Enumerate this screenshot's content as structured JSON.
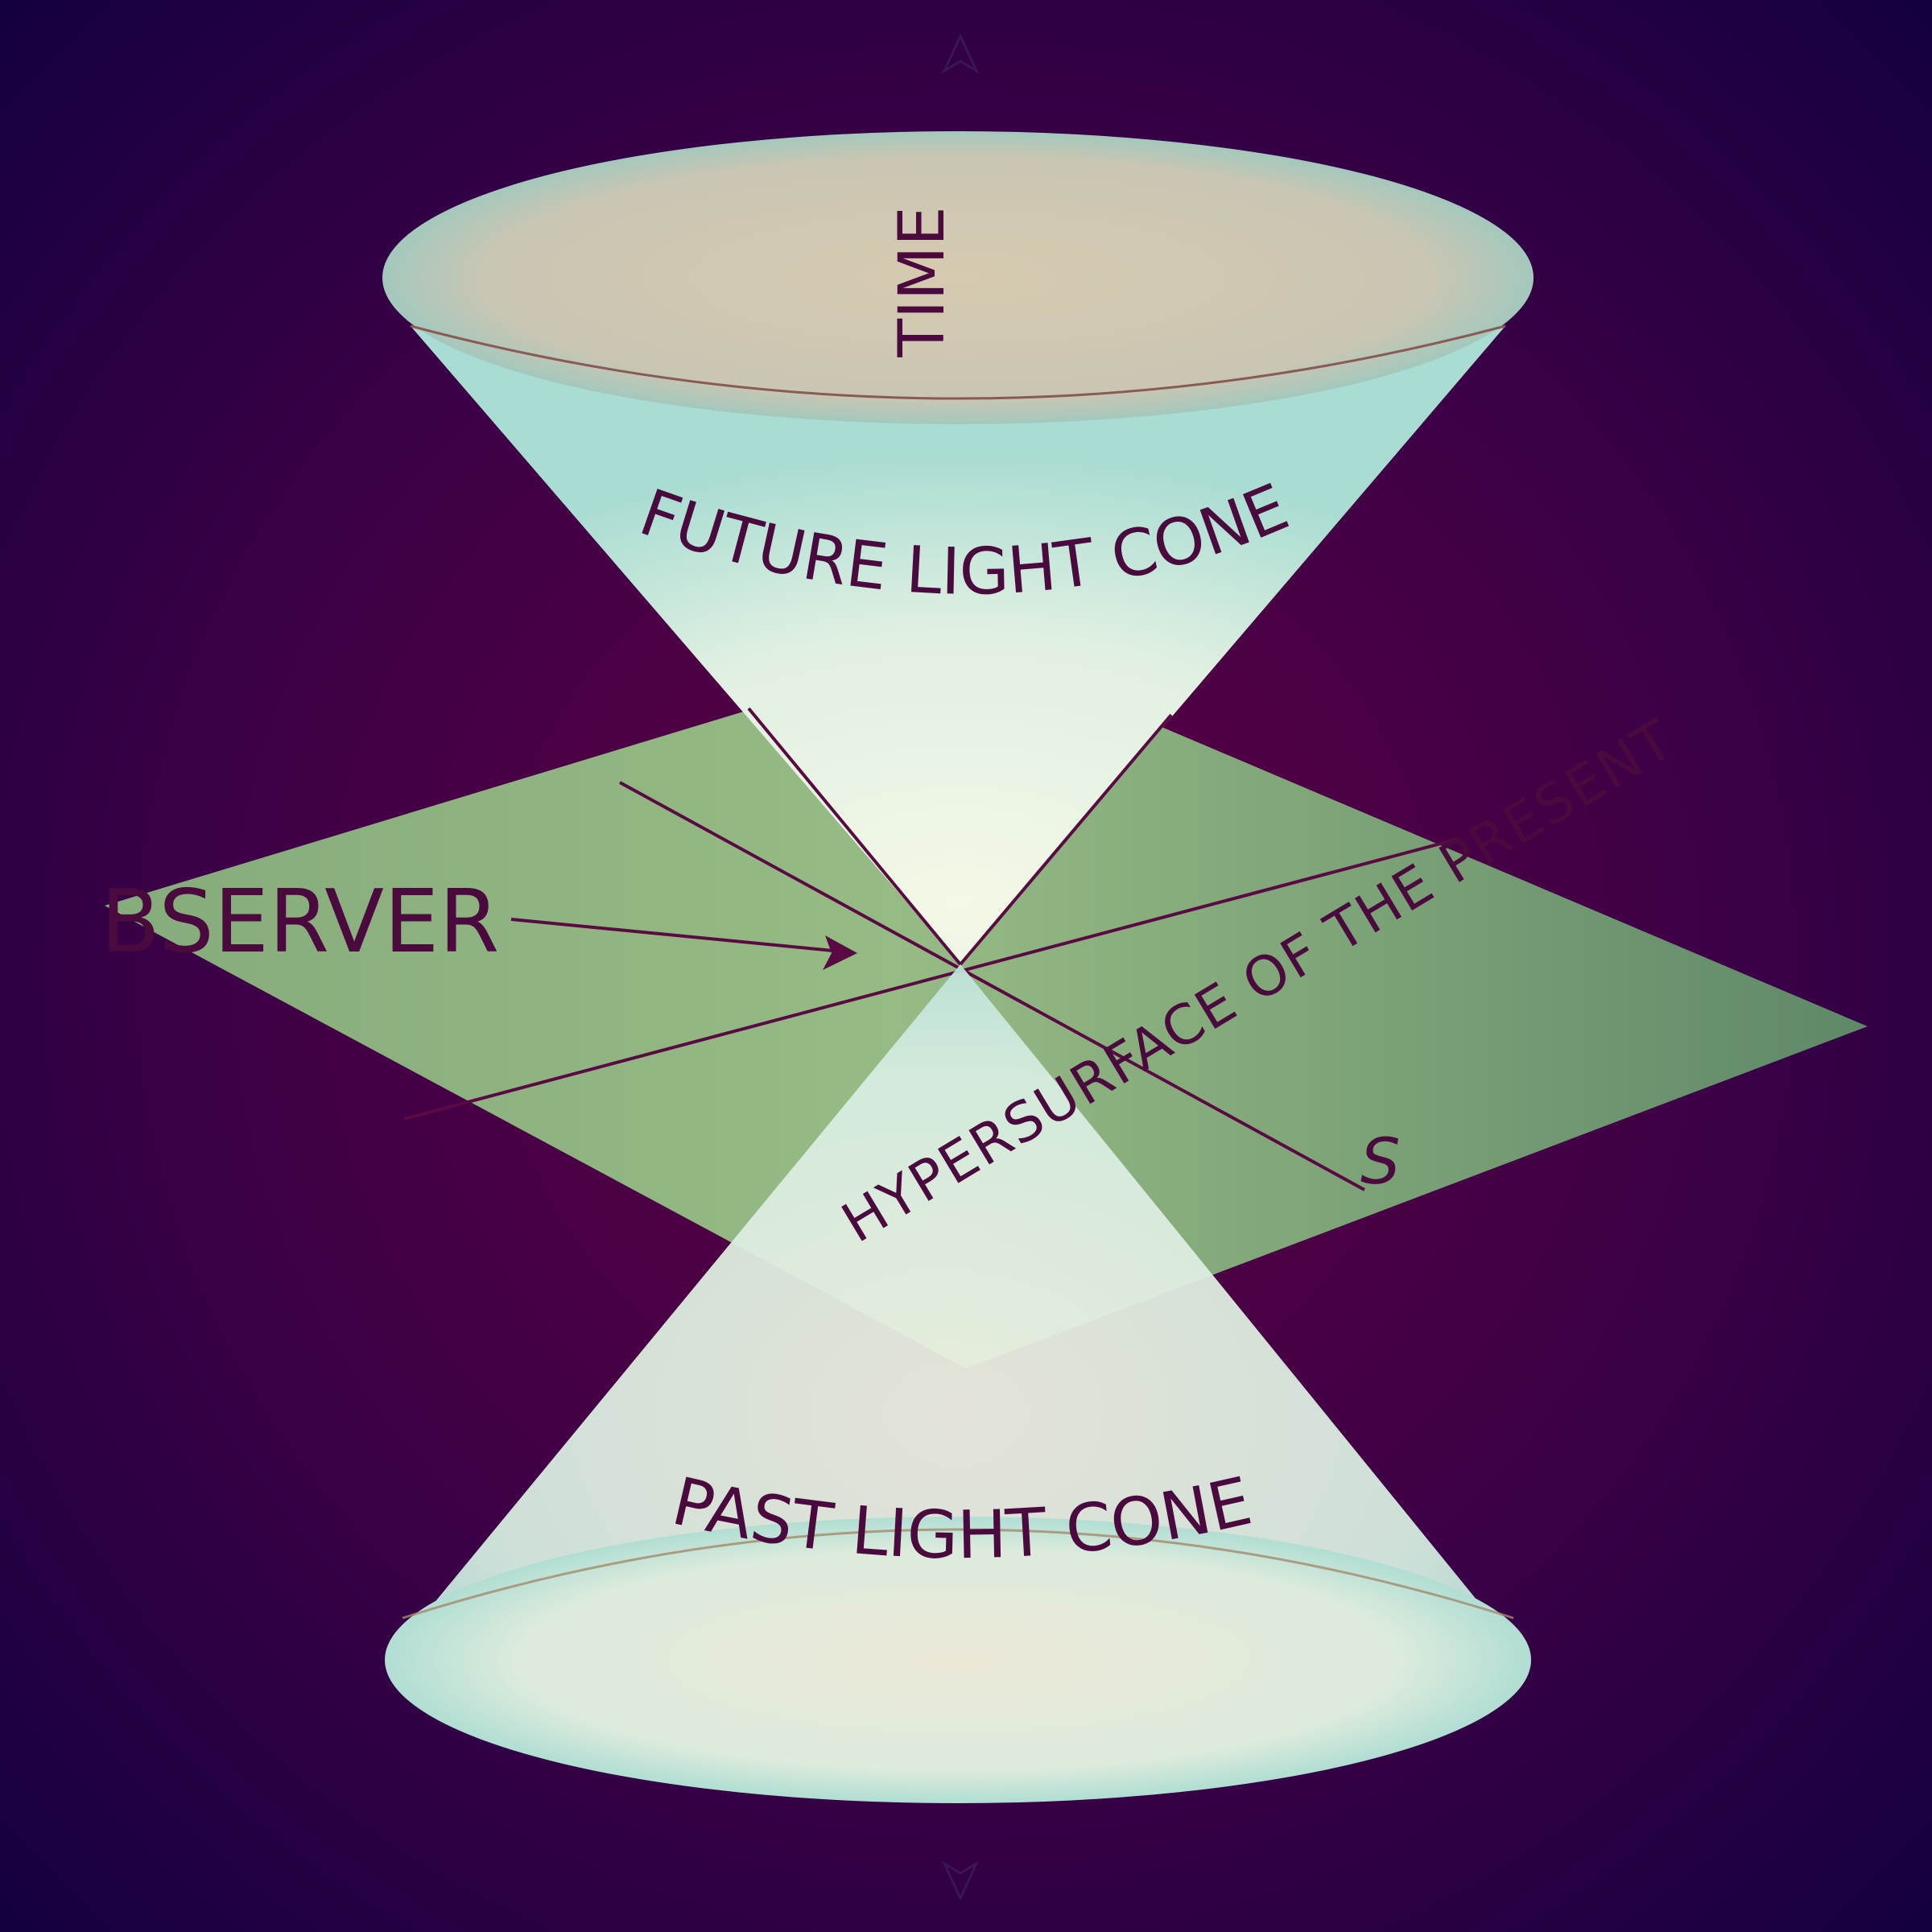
{
  "labels": {
    "time": "TIME",
    "future_cone": "FUTURE LIGHT CONE",
    "past_cone": "PAST LIGHT CONE",
    "observer": "BSERVER",
    "hypersurface": "HYPERSURFACE OF THE PRESENT",
    "hypersurface_symbol": "S"
  },
  "colors": {
    "background_center": "#5c0040",
    "background_edge": "#14003f",
    "cone_fill": "#dff0e4",
    "cone_rim": "#b7ded6",
    "plane": "#8fb27e",
    "line": "#5a0a42",
    "text": "#4a0a3e"
  }
}
